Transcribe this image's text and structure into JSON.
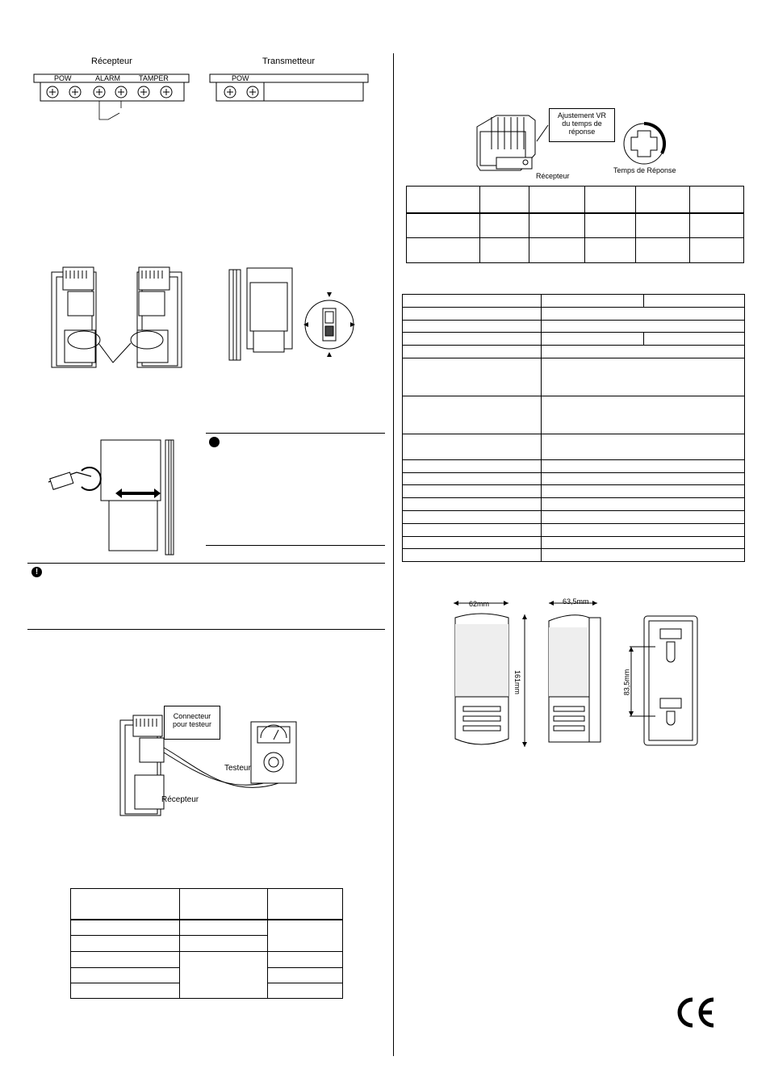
{
  "wiring": {
    "receiver_title": "Récepteur",
    "transmitter_title": "Transmetteur",
    "receiver_labels": [
      "POW",
      "ALARM",
      "TAMPER"
    ],
    "transmitter_labels": [
      "POW"
    ]
  },
  "vr_adjust": {
    "callout": "Ajustement VR du temps de réponse",
    "receiver_label": "Récepteur",
    "dial_label": "Temps de Réponse"
  },
  "tester": {
    "connector_callout": "Connecteur pour testeur",
    "tester_label": "Testeur",
    "receiver_label": "Récepteur"
  },
  "dimensions": {
    "width": "62mm",
    "depth": "63,5mm",
    "height": "161mm",
    "hole_spacing": "83,5mm"
  },
  "icons": [
    "warning-icon",
    "info-bullet-icon",
    "ce-mark-icon"
  ],
  "ce_mark": "CE"
}
